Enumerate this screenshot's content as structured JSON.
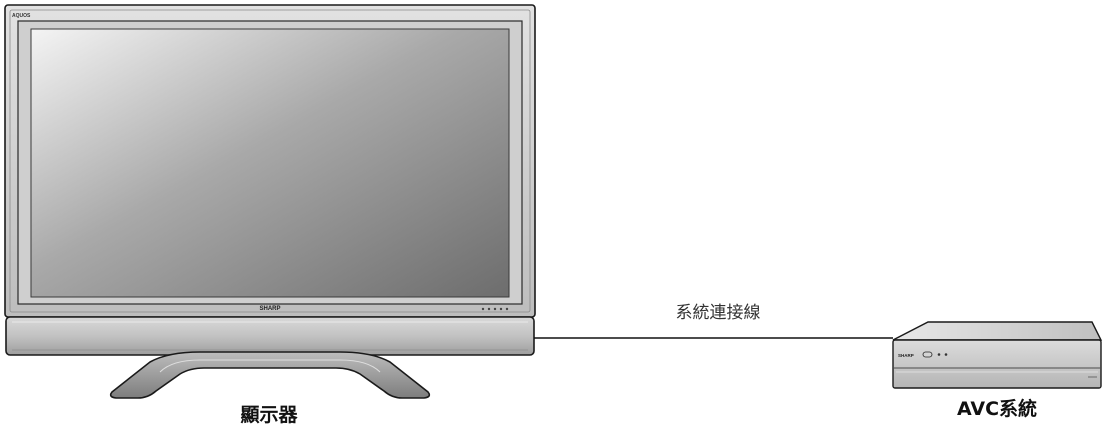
{
  "tv": {
    "model_mark": "AQUOS",
    "brand": "SHARP",
    "caption": "顯示器"
  },
  "cable": {
    "caption": "系統連接線"
  },
  "avc": {
    "brand": "SHARP",
    "caption": "AVC系統"
  }
}
